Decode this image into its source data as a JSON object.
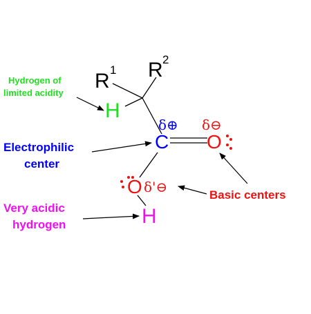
{
  "colors": {
    "black": "#000000",
    "hydrogen_limited": "#22dd22",
    "electrophilic": "#0000ff",
    "oxygen": "#ee1111",
    "acidic": "#ee11ee"
  },
  "atoms": {
    "r1": "R",
    "r1_sup": "1",
    "r2": "R",
    "r2_sup": "2",
    "alpha_h": "H",
    "carbon": "C",
    "carbonyl_o": "O",
    "hydroxyl_o": "O",
    "acidic_h": "H"
  },
  "charges": {
    "carbon_delta": "δ⊕",
    "carbonyl_delta": "δ⊖",
    "hydroxyl_delta": "δ'⊖"
  },
  "labels": {
    "limited_acidity_line1": "Hydrogen of",
    "limited_acidity_line2": "limited acidity",
    "electrophilic_line1": "Electrophilic",
    "electrophilic_line2": "center",
    "basic_centers": "Basic centers",
    "very_acidic_line1": "Very acidic",
    "very_acidic_line2": "hydrogen"
  }
}
